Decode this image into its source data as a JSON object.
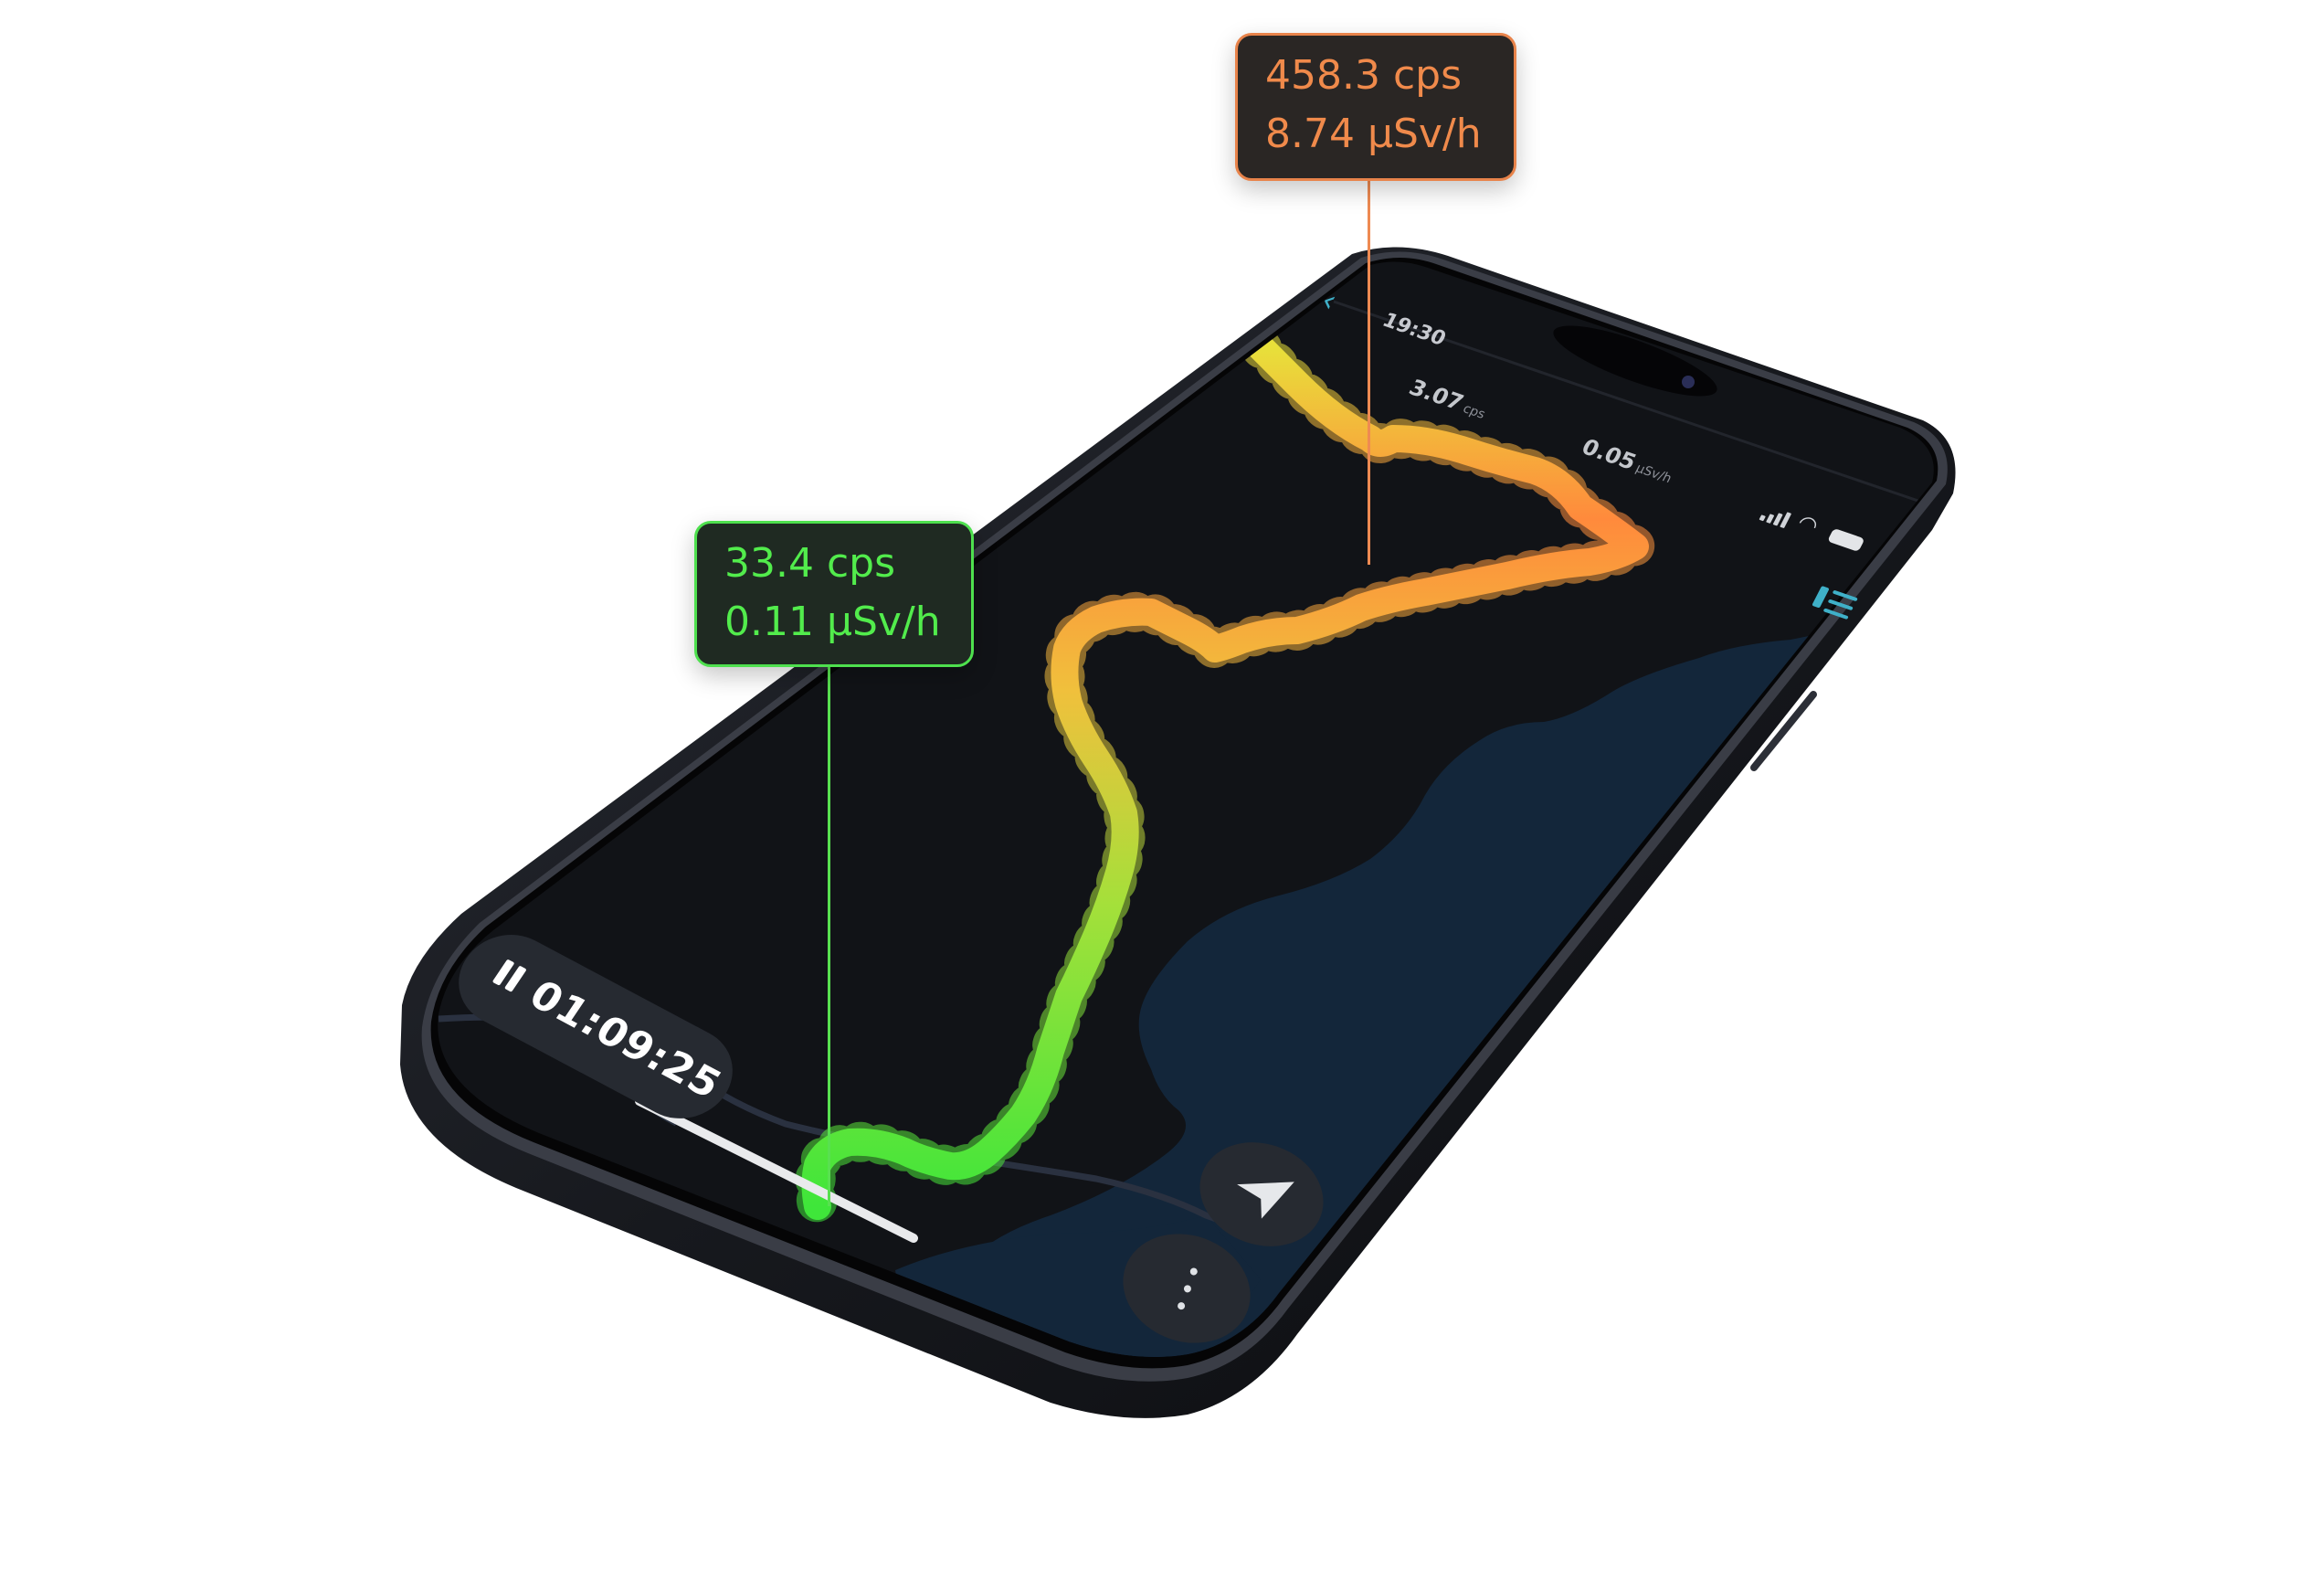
{
  "callouts": {
    "high": {
      "cps": "458.3 cps",
      "dose": "8.74 µSv/h",
      "color": "#f08a4b"
    },
    "low": {
      "cps": "33.4 cps",
      "dose": "0.11 µSv/h",
      "color": "#52ec4c"
    }
  },
  "status_bar": {
    "time": "19:30",
    "back_icon": "chevron-left-icon",
    "icons": [
      "signal-icon",
      "wifi-icon",
      "battery-icon"
    ]
  },
  "stats": {
    "cps_value": "3.07",
    "cps_unit": "cps",
    "dose_value": "0.05",
    "dose_unit": "µSv/h"
  },
  "recording": {
    "timer": "01:09:25",
    "state_icon": "pause-icon"
  },
  "controls": {
    "list_icon": "list-view-icon",
    "navigate_icon": "navigation-arrow-icon",
    "more_icon": "more-vertical-icon"
  },
  "colors": {
    "track_low": "#3fe63a",
    "track_mid": "#e8d83a",
    "track_high": "#ff7a3a",
    "accent": "#3fb0c8",
    "map_bg": "#111317",
    "water": "#13263a"
  }
}
